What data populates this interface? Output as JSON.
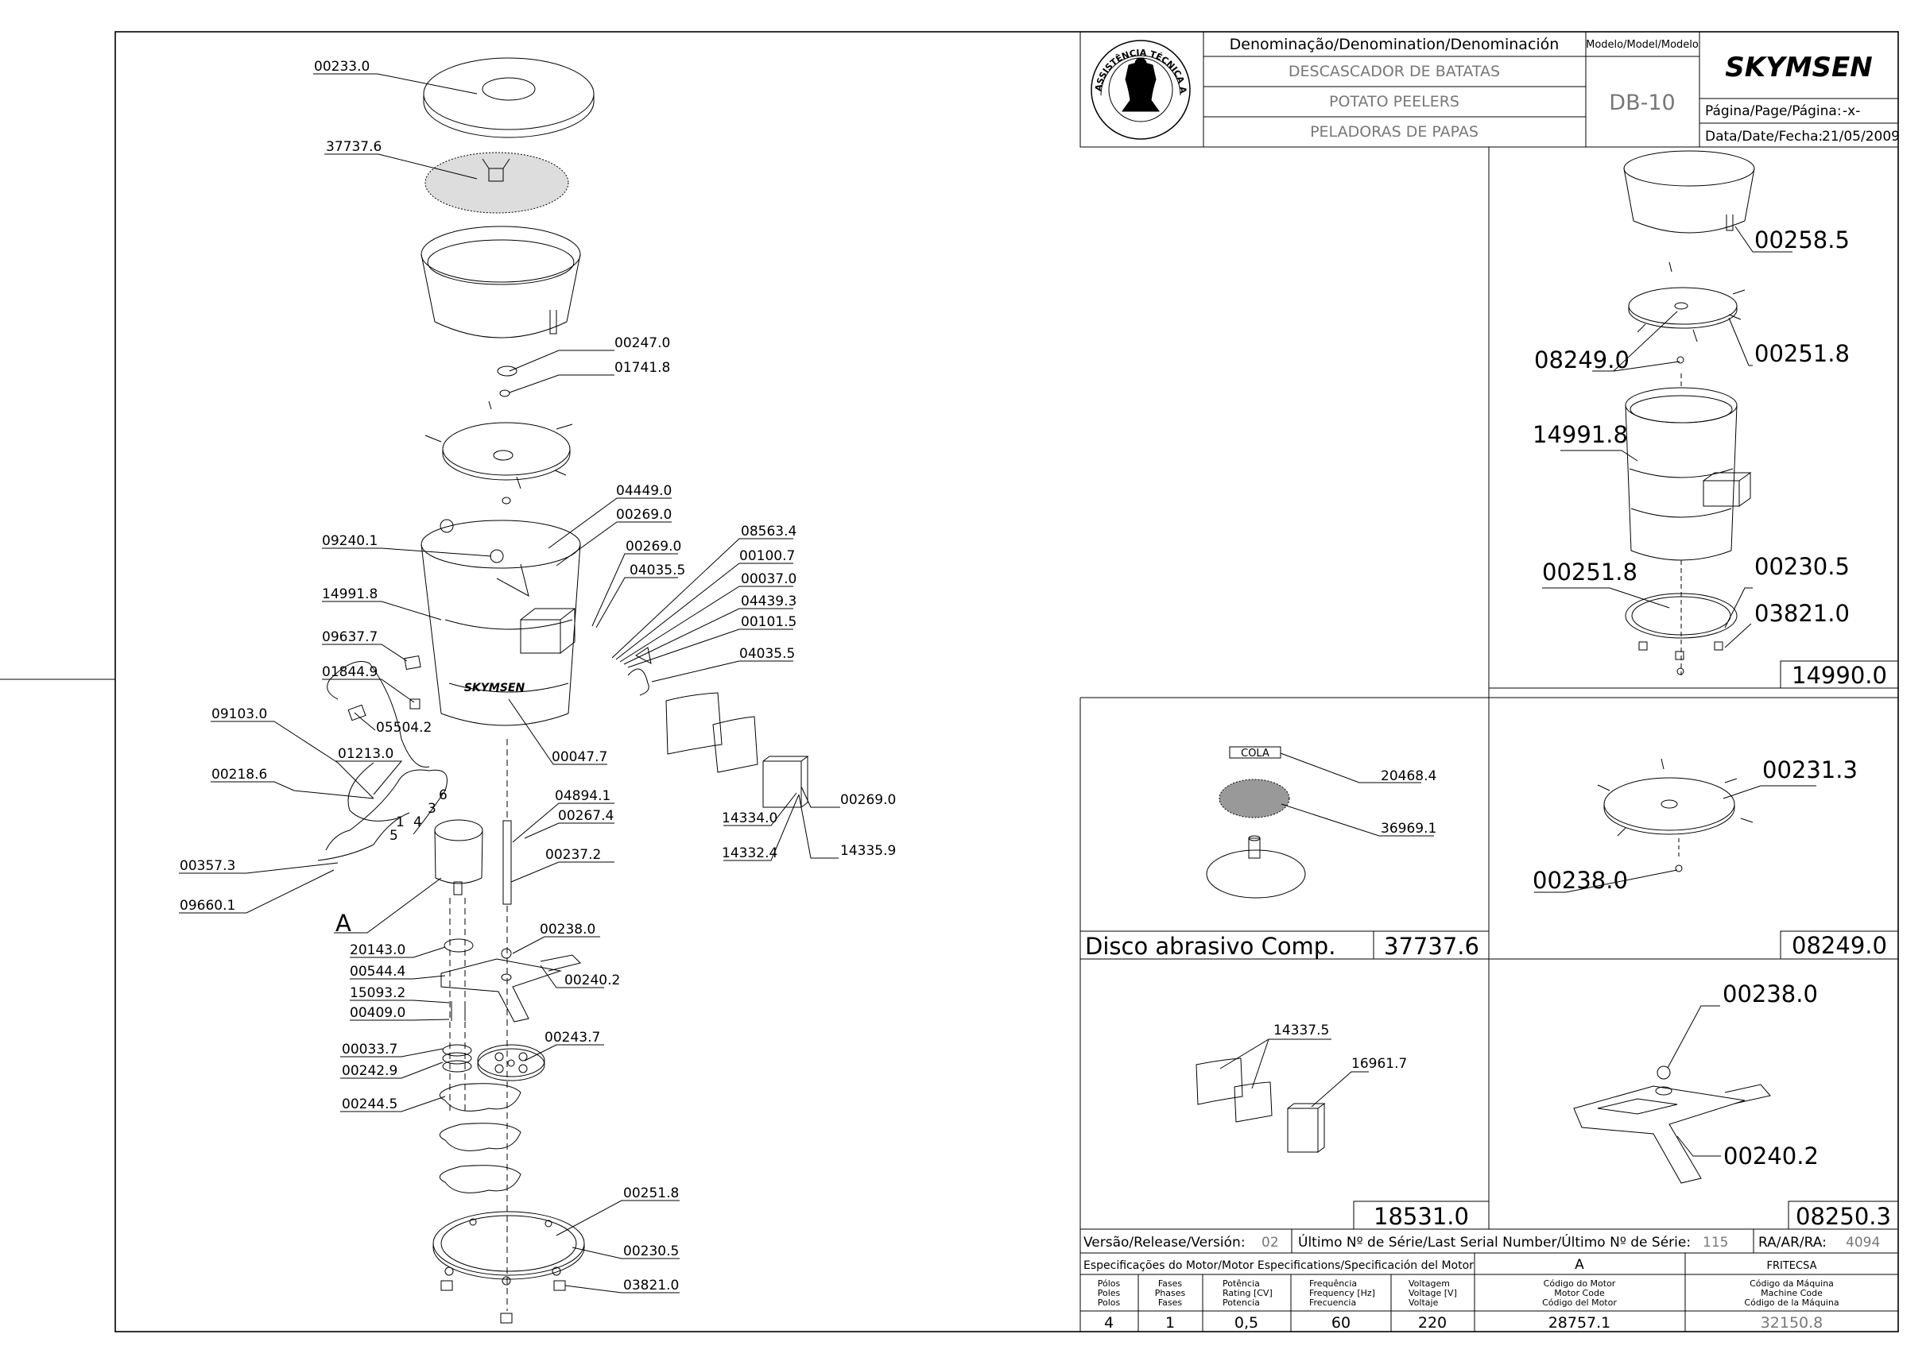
{
  "title_block": {
    "denomination_header": "Denominação/Denomination/Denominación",
    "name_pt": "DESCASCADOR DE BATATAS",
    "name_en": "POTATO PEELERS",
    "name_es": "PELADORAS DE PAPAS",
    "model_header": "Modelo/Model/Modelo",
    "model": "DB-10",
    "brand": "SKYMSEN",
    "page_label": "Página/Page/Página:",
    "page_value": "-x-",
    "date_label": "Data/Date/Fecha:",
    "date_value": "21/05/2009",
    "seal_text": "ASSISTÊNCIA TÉCNICA AUTORIZADA"
  },
  "main_parts": [
    "00233.0",
    "37737.6",
    "00247.0",
    "01741.8",
    "04449.0",
    "00269.0",
    "00269.0",
    "04035.5",
    "08563.4",
    "00100.7",
    "00037.0",
    "04439.3",
    "00101.5",
    "04035.5",
    "09240.1",
    "14991.8",
    "09637.7",
    "01844.9",
    "05504.2",
    "00047.7",
    "09103.0",
    "01213.0",
    "00218.6",
    "00357.3",
    "09660.1",
    "A",
    "04894.1",
    "00267.4",
    "00237.2",
    "14334.0",
    "14332.4",
    "00269.0",
    "14335.9",
    "20143.0",
    "00544.4",
    "15093.2",
    "00409.0",
    "00238.0",
    "00240.2",
    "00033.7",
    "00242.9",
    "00243.7",
    "00244.5",
    "00251.8",
    "00230.5",
    "03821.0"
  ],
  "main_drawing": {
    "machine_logo": "SKYMSEN",
    "motor_wire_numbers": [
      "1",
      "3",
      "4",
      "5",
      "6"
    ]
  },
  "detail_14990": {
    "code": "14990.0",
    "parts": [
      "00258.5",
      "08249.0",
      "00251.8",
      "14991.8",
      "00251.8",
      "00230.5",
      "03821.0"
    ]
  },
  "detail_37737": {
    "caption": "Disco abrasivo Comp.",
    "code": "37737.6",
    "tag": "COLA",
    "parts": [
      "20468.4",
      "36969.1"
    ]
  },
  "detail_08249": {
    "code": "08249.0",
    "parts": [
      "00231.3",
      "00238.0"
    ]
  },
  "detail_18531": {
    "code": "18531.0",
    "parts": [
      "14337.5",
      "16961.7"
    ]
  },
  "detail_08250": {
    "code": "08250.3",
    "parts": [
      "00238.0",
      "00240.2"
    ]
  },
  "release_row": {
    "release_label": "Versão/Release/Versión:",
    "release_value": "02",
    "serial_label": "Último Nº de Série/Last Serial Number/Último Nº de Série:",
    "serial_value": "115",
    "ra_label": "RA/AR/RA:",
    "ra_value": "4094"
  },
  "motor_spec": {
    "header": "Especificações do Motor/Motor Especifications/Specificación del Motor",
    "motor_ref": "A",
    "manufacturer": "FRITECSA",
    "columns": [
      {
        "l1": "Pólos",
        "l2": "Poles",
        "l3": "Polos",
        "value": "4"
      },
      {
        "l1": "Fases",
        "l2": "Phases",
        "l3": "Fases",
        "value": "1"
      },
      {
        "l1": "Potência",
        "l2": "Rating [CV]",
        "l3": "Potencia",
        "value": "0,5"
      },
      {
        "l1": "Frequência",
        "l2": "Frequency [Hz]",
        "l3": "Frecuencia",
        "value": "60"
      },
      {
        "l1": "Voltagem",
        "l2": "Voltage [V]",
        "l3": "Voltaje",
        "value": "220"
      },
      {
        "l1": "Código do Motor",
        "l2": "Motor Code",
        "l3": "Código del Motor",
        "value": "28757.1"
      },
      {
        "l1": "Código da Máquina",
        "l2": "Machine Code",
        "l3": "Código de la Máquina",
        "value": "32150.8"
      }
    ]
  }
}
